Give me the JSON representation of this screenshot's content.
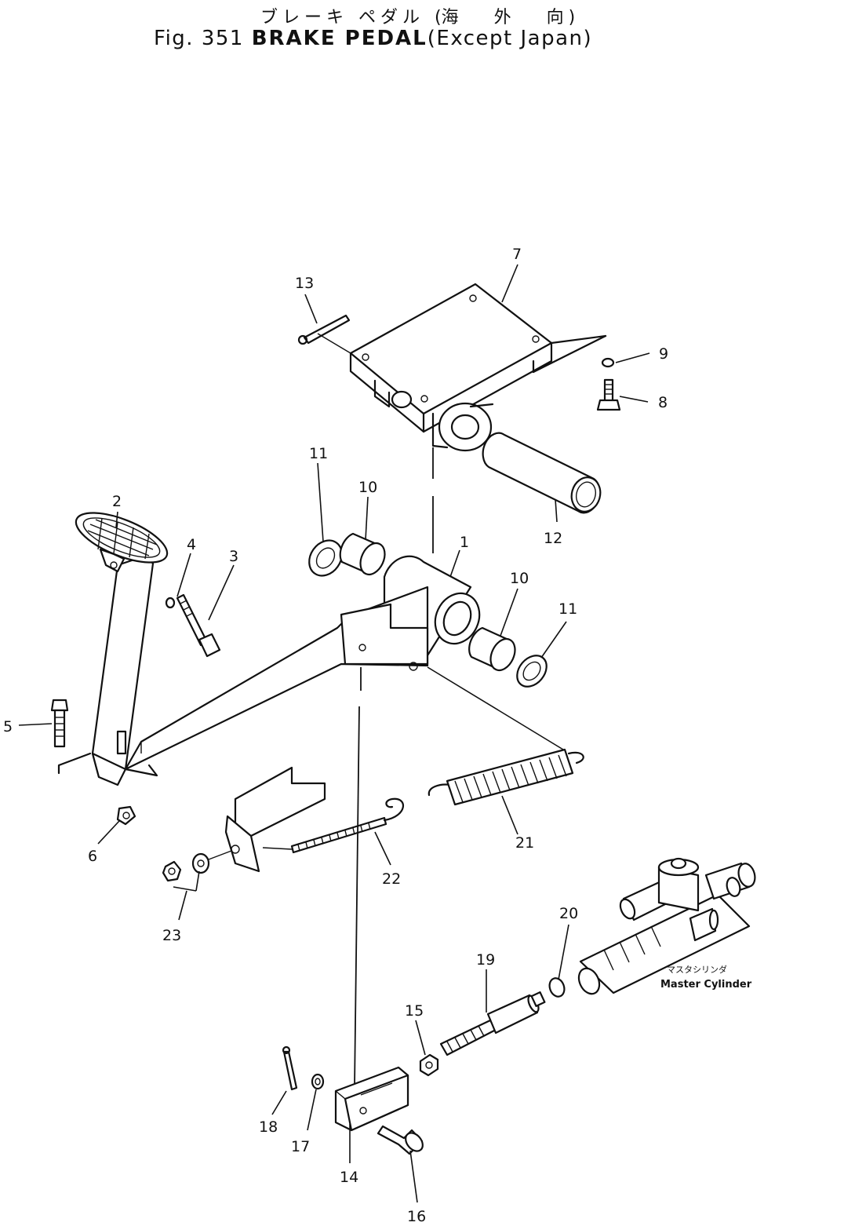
{
  "title": {
    "japanese": "ブレーキ ペダル",
    "japanese_region": [
      "海",
      "外",
      "向"
    ],
    "figure": "Fig. 351",
    "name": "BRAKE PEDAL",
    "region": "Except Japan"
  },
  "callouts": [
    {
      "id": "c1",
      "label": "1"
    },
    {
      "id": "c2",
      "label": "2"
    },
    {
      "id": "c3",
      "label": "3"
    },
    {
      "id": "c4",
      "label": "4"
    },
    {
      "id": "c5",
      "label": "5"
    },
    {
      "id": "c6",
      "label": "6"
    },
    {
      "id": "c7",
      "label": "7"
    },
    {
      "id": "c8",
      "label": "8"
    },
    {
      "id": "c9",
      "label": "9"
    },
    {
      "id": "c10a",
      "label": "10"
    },
    {
      "id": "c10b",
      "label": "10"
    },
    {
      "id": "c11a",
      "label": "11"
    },
    {
      "id": "c11b",
      "label": "11"
    },
    {
      "id": "c12",
      "label": "12"
    },
    {
      "id": "c13",
      "label": "13"
    },
    {
      "id": "c14",
      "label": "14"
    },
    {
      "id": "c15",
      "label": "15"
    },
    {
      "id": "c16",
      "label": "16"
    },
    {
      "id": "c17",
      "label": "17"
    },
    {
      "id": "c18",
      "label": "18"
    },
    {
      "id": "c19",
      "label": "19"
    },
    {
      "id": "c20",
      "label": "20"
    },
    {
      "id": "c21",
      "label": "21"
    },
    {
      "id": "c22",
      "label": "22"
    },
    {
      "id": "c23",
      "label": "23"
    }
  ],
  "master_cylinder": {
    "japanese": "マスタシリンダ",
    "english": "Master Cylinder"
  }
}
